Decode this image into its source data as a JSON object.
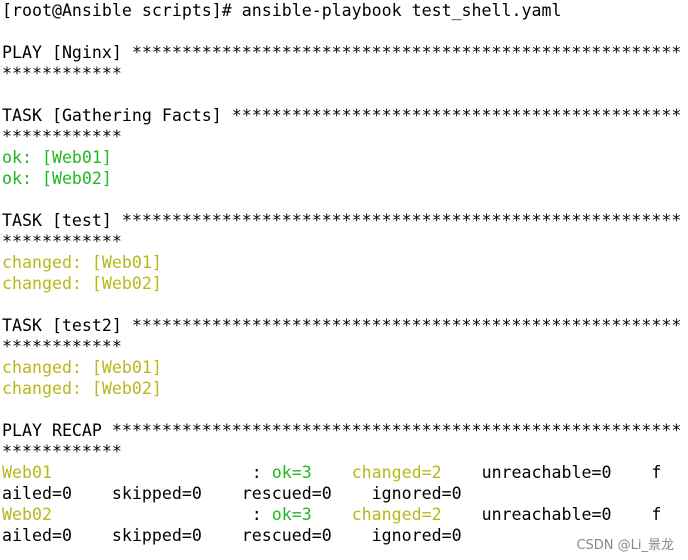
{
  "colors": {
    "ok": "#22b822",
    "changed": "#b8b81a",
    "text": "#000000",
    "background": "#ffffff"
  },
  "terminal": {
    "lines": [
      "[root@Ansible scripts]# ansible-playbook test_shell.yaml",
      "",
      "PLAY [Nginx] *******************************************************",
      "************",
      "",
      "TASK [Gathering Facts] *********************************************",
      "************",
      "ok: [Web01]",
      "ok: [Web02]",
      "",
      "TASK [test] ********************************************************",
      "************",
      "changed: [Web01]",
      "changed: [Web02]",
      "",
      "TASK [test2] *******************************************************",
      "************",
      "changed: [Web01]",
      "changed: [Web02]",
      "",
      "PLAY RECAP *********************************************************",
      "************"
    ],
    "recap": {
      "web01": {
        "host": "Web01",
        "sep": "                    : ",
        "ok": "ok=3",
        "changed": "changed=2",
        "rest": "unreachable=0    f",
        "line2": "ailed=0    skipped=0    rescued=0    ignored=0"
      },
      "web02": {
        "host": "Web02",
        "sep": "                    : ",
        "ok": "ok=3",
        "changed": "changed=2",
        "rest": "unreachable=0    f",
        "line2": "ailed=0    skipped=0    rescued=0    ignored=0"
      }
    }
  },
  "watermark": "CSDN @Li_景龙"
}
